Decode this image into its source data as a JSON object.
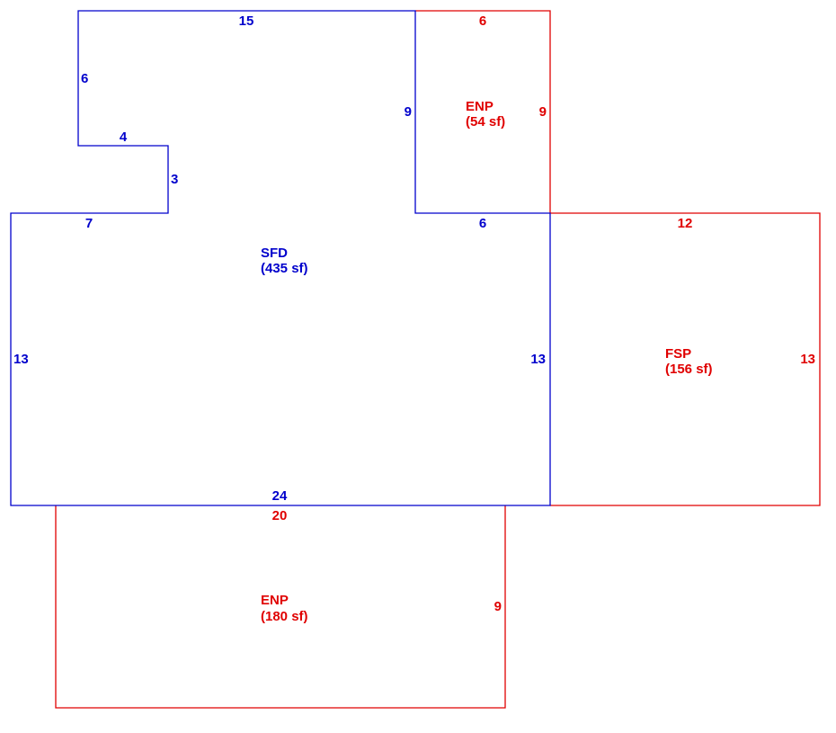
{
  "colors": {
    "main": "#0000cc",
    "addition": "#e00000",
    "background": "#ffffff"
  },
  "areas": {
    "sfd": {
      "name": "SFD",
      "area": "(435 sf)"
    },
    "enp_top": {
      "name": "ENP",
      "area": "(54 sf)"
    },
    "fsp": {
      "name": "FSP",
      "area": "(156 sf)"
    },
    "enp_bottom": {
      "name": "ENP",
      "area": "(180 sf)"
    }
  },
  "dimensions": {
    "sfd_top": "15",
    "sfd_notch_left": "6",
    "sfd_notch_bottom": "4",
    "sfd_notch_right": "3",
    "sfd_ledge": "7",
    "sfd_left": "13",
    "sfd_bottom": "24",
    "sfd_right": "13",
    "sfd_inner_right": "9",
    "sfd_inner_bottom": "6",
    "enp_top_top": "6",
    "enp_top_right": "9",
    "fsp_top": "12",
    "fsp_right": "13",
    "enp_bottom_top": "20",
    "enp_bottom_right": "9"
  }
}
